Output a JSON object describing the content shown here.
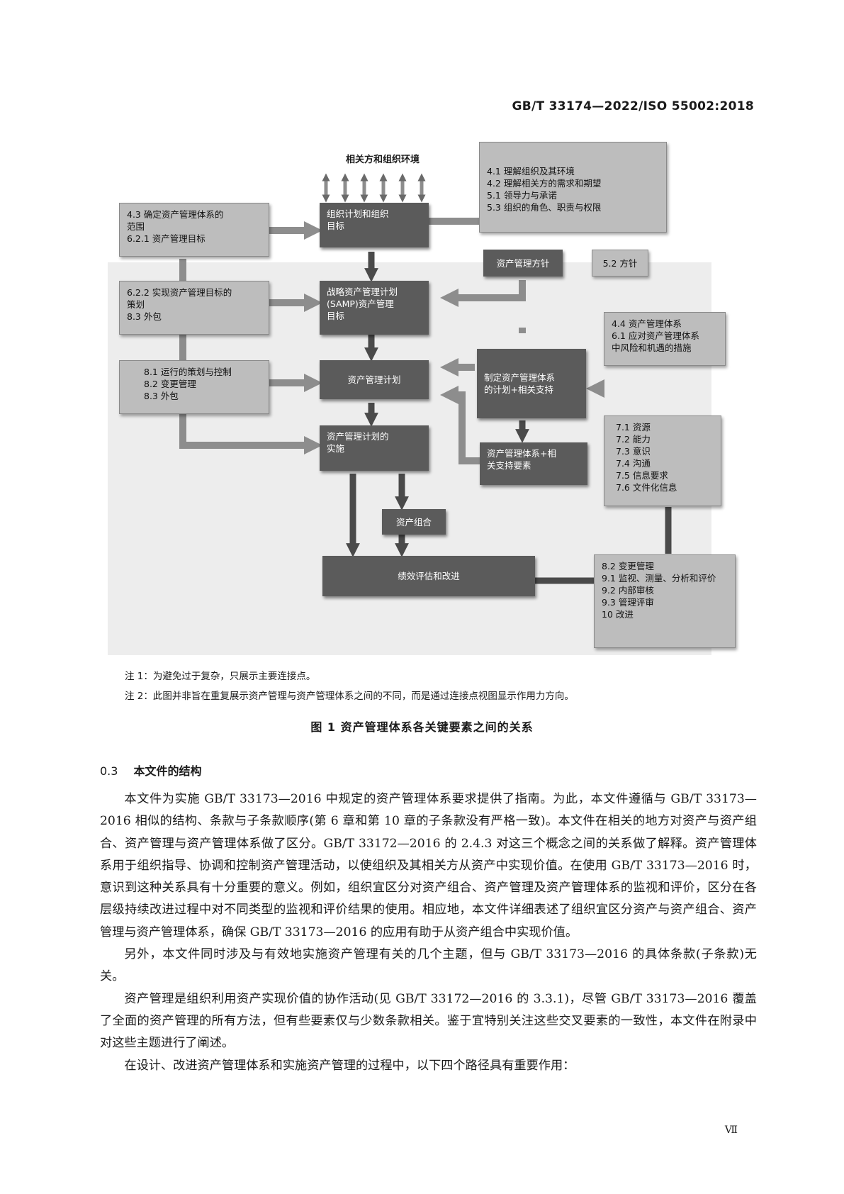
{
  "header": {
    "standard_code": "GB/T 33174—2022/ISO 55002:2018"
  },
  "diagram": {
    "env_label": "相关方和组织环境",
    "boxes": {
      "org_plan": "组织计划和组织\n目标",
      "samp": "战略资产管理计划\n(SAMP)资产管理\n目标",
      "am_plan": "资产管理计划",
      "impl": "资产管理计划的\n实施",
      "portfolio": "资产组合",
      "perf": "绩效评估和改进",
      "policy": "资产管理方针",
      "policy_ref": "5.2 方针",
      "ams_plan": "制定资产管理体系\n的计划+相关支持",
      "ams_support": "资产管理体系+相\n关支持要素",
      "ref_context": "4.1 理解组织及其环境\n4.2 理解相关方的需求和期望\n5.1 领导力与承诺\n5.3 组织的角色、职责与权限",
      "ref_scope": "4.3 确定资产管理体系的\n范围\n6.2.1 资产管理目标",
      "ref_planning": "6.2.2 实现资产管理目标的\n策划\n8.3 外包",
      "ref_operation": "8.1 运行的策划与控制\n8.2 变更管理\n8.3 外包",
      "ref_risk": "4.4 资产管理体系\n6.1 应对资产管理体系\n中风险和机遇的措施",
      "ref_support": "7.1 资源\n7.2 能力\n7.3 意识\n7.4 沟通\n7.5 信息要求\n7.6 文件化信息",
      "ref_eval": "8.2 变更管理\n9.1 监视、测量、分析和评价\n9.2 内部审核\n9.3 管理评审\n10 改进"
    }
  },
  "notes": [
    "注 1：为避免过于复杂，只展示主要连接点。",
    "注 2：此图并非旨在重复展示资产管理与资产管理体系之间的不同，而是通过连接点视图显示作用力方向。"
  ],
  "figure_caption": "图 1   资产管理体系各关键要素之间的关系",
  "section": {
    "number": "0.3",
    "title": "本文件的结构"
  },
  "paragraphs": [
    "本文件为实施 GB/T 33173—2016 中规定的资产管理体系要求提供了指南。为此，本文件遵循与 GB/T 33173—2016 相似的结构、条款与子条款顺序(第 6 章和第 10 章的子条款没有严格一致)。本文件在相关的地方对资产与资产组合、资产管理与资产管理体系做了区分。GB/T 33172—2016 的 2.4.3 对这三个概念之间的关系做了解释。资产管理体系用于组织指导、协调和控制资产管理活动，以使组织及其相关方从资产中实现价值。在使用 GB/T 33173—2016 时，意识到这种关系具有十分重要的意义。例如，组织宜区分对资产组合、资产管理及资产管理体系的监视和评价，区分在各层级持续改进过程中对不同类型的监视和评价结果的使用。相应地，本文件详细表述了组织宜区分资产与资产组合、资产管理与资产管理体系，确保 GB/T 33173—2016 的应用有助于从资产组合中实现价值。",
    "另外，本文件同时涉及与有效地实施资产管理有关的几个主题，但与 GB/T 33173—2016 的具体条款(子条款)无关。",
    "资产管理是组织利用资产实现价值的协作活动(见 GB/T 33172—2016 的 3.3.1)，尽管 GB/T 33173—2016 覆盖了全面的资产管理的所有方法，但有些要素仅与少数条款相关。鉴于宜特别关注这些交叉要素的一致性，本文件在附录中对这些主题进行了阐述。",
    "在设计、改进资产管理体系和实施资产管理的过程中，以下四个路径具有重要作用："
  ],
  "page_number": "Ⅶ"
}
